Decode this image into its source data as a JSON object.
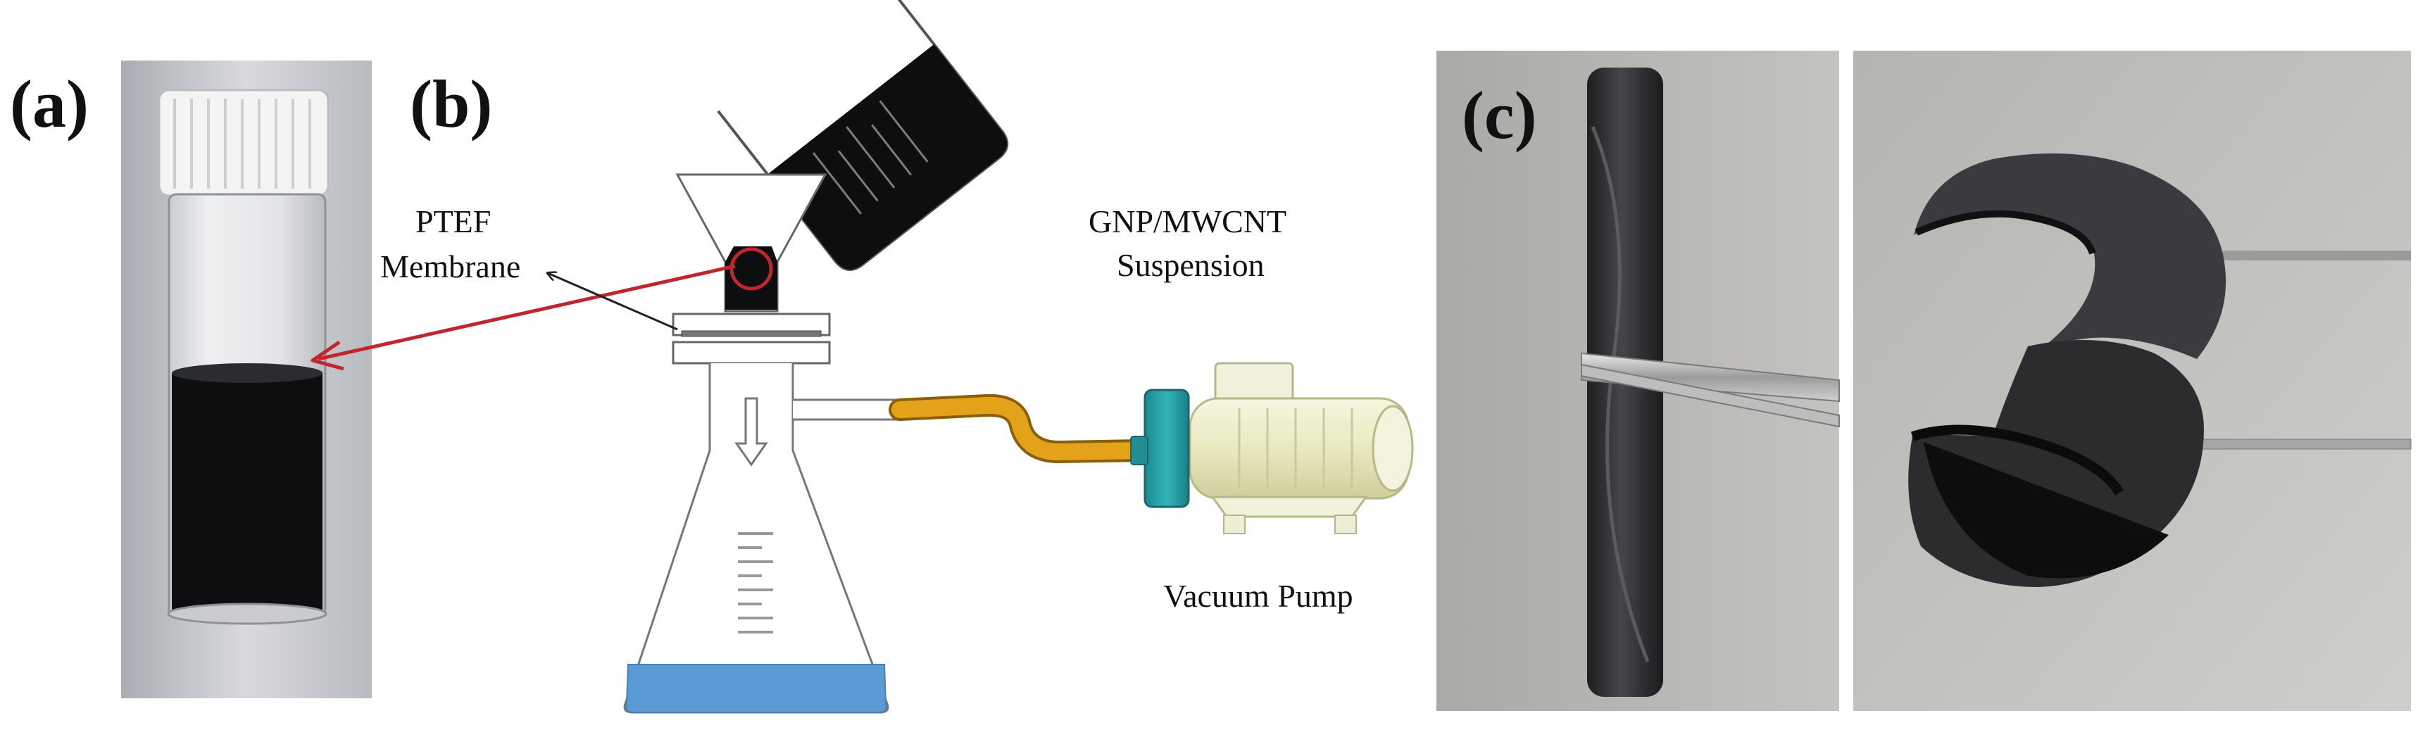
{
  "figure": {
    "panels": [
      {
        "id": "a",
        "label": "(a)"
      },
      {
        "id": "b",
        "label": "(b)"
      },
      {
        "id": "c",
        "label": "(c)"
      }
    ],
    "annotations": {
      "membrane_line1": "PTEF",
      "membrane_line2": "Membrane",
      "suspension_line1": "GNP/MWCNT",
      "suspension_line2": "Suspension",
      "pump": "Vacuum Pump"
    }
  },
  "colors": {
    "suspension": "#0c0e10",
    "filtrate": "#5b9bd5",
    "tube": "#e3a21a",
    "pump_head": "#2aa6ad",
    "pump_body": "#eeeec8",
    "arrow_red": "#c0272d",
    "film": "#2b2c2e"
  }
}
